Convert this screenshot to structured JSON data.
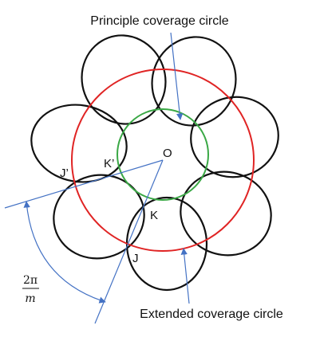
{
  "labels": {
    "principle_circle": "Principle coverage circle",
    "extended_circle": "Extended coverage circle",
    "center": "O",
    "point_j_prime": "J’",
    "point_k_prime": "K’",
    "point_k": "K",
    "point_j": "J"
  },
  "angle_label": {
    "numerator": "2π",
    "denominator": "m"
  },
  "colors": {
    "extended_circle": "#e02424",
    "principle_circle": "#3aa845",
    "petals": "#111111",
    "guide_lines": "#4472c4"
  }
}
